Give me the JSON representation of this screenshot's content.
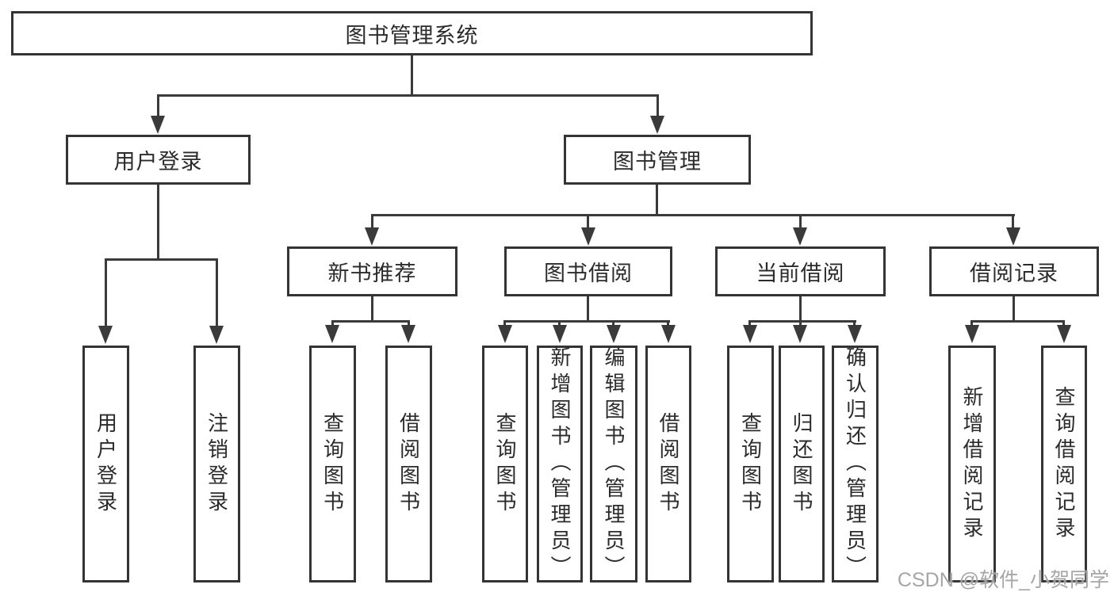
{
  "watermark": "CSDN @软件_小贺同学",
  "colors": {
    "box_border": "#343434",
    "connector_line": "#3a3a3a",
    "text": "#2b2b2b",
    "watermark_text": "#9e9e9e",
    "background": "#ffffff"
  },
  "tree": {
    "root": {
      "label": "图书管理系统",
      "children": [
        {
          "label": "用户登录",
          "children": [
            {
              "label": "用户登录"
            },
            {
              "label": "注销登录"
            }
          ]
        },
        {
          "label": "图书管理",
          "children": [
            {
              "label": "新书推荐",
              "children": [
                {
                  "label": "查询图书"
                },
                {
                  "label": "借阅图书"
                }
              ]
            },
            {
              "label": "图书借阅",
              "children": [
                {
                  "label": "查询图书"
                },
                {
                  "label": "新增图书（管理员）"
                },
                {
                  "label": "编辑图书（管理员）"
                },
                {
                  "label": "借阅图书"
                }
              ]
            },
            {
              "label": "当前借阅",
              "children": [
                {
                  "label": "查询图书"
                },
                {
                  "label": "归还图书"
                },
                {
                  "label": "确认归还（管理员）"
                }
              ]
            },
            {
              "label": "借阅记录",
              "children": [
                {
                  "label": "新增借阅记录"
                },
                {
                  "label": "查询借阅记录"
                }
              ]
            }
          ]
        }
      ]
    }
  }
}
